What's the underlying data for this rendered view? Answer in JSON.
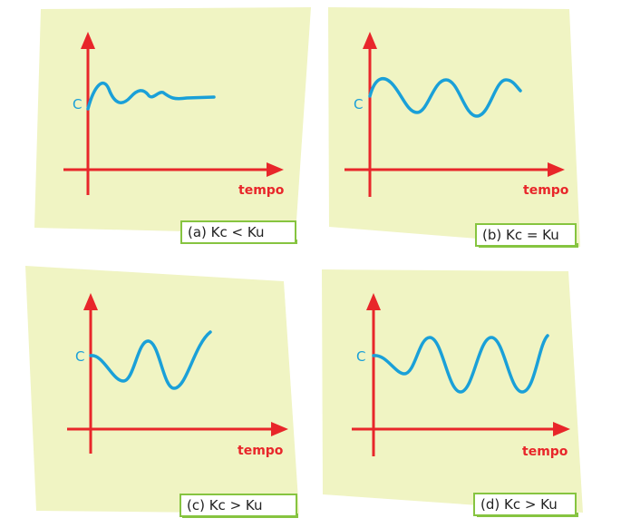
{
  "colors": {
    "panel_bg": "#f0f4c3",
    "axis": "#e8262a",
    "curve": "#1aa0d8",
    "caption_border": "#86c440"
  },
  "panels": [
    {
      "id": "a",
      "axis_label": "tempo",
      "y_label": "C",
      "caption": "(a) Kc < Ku"
    },
    {
      "id": "b",
      "axis_label": "tempo",
      "y_label": "C",
      "caption": "(b) Kc = Ku"
    },
    {
      "id": "c",
      "axis_label": "tempo",
      "y_label": "C",
      "caption": "(c) Kc > Ku"
    },
    {
      "id": "d",
      "axis_label": "tempo",
      "y_label": "C",
      "caption": "(d) Kc > Ku"
    }
  ]
}
